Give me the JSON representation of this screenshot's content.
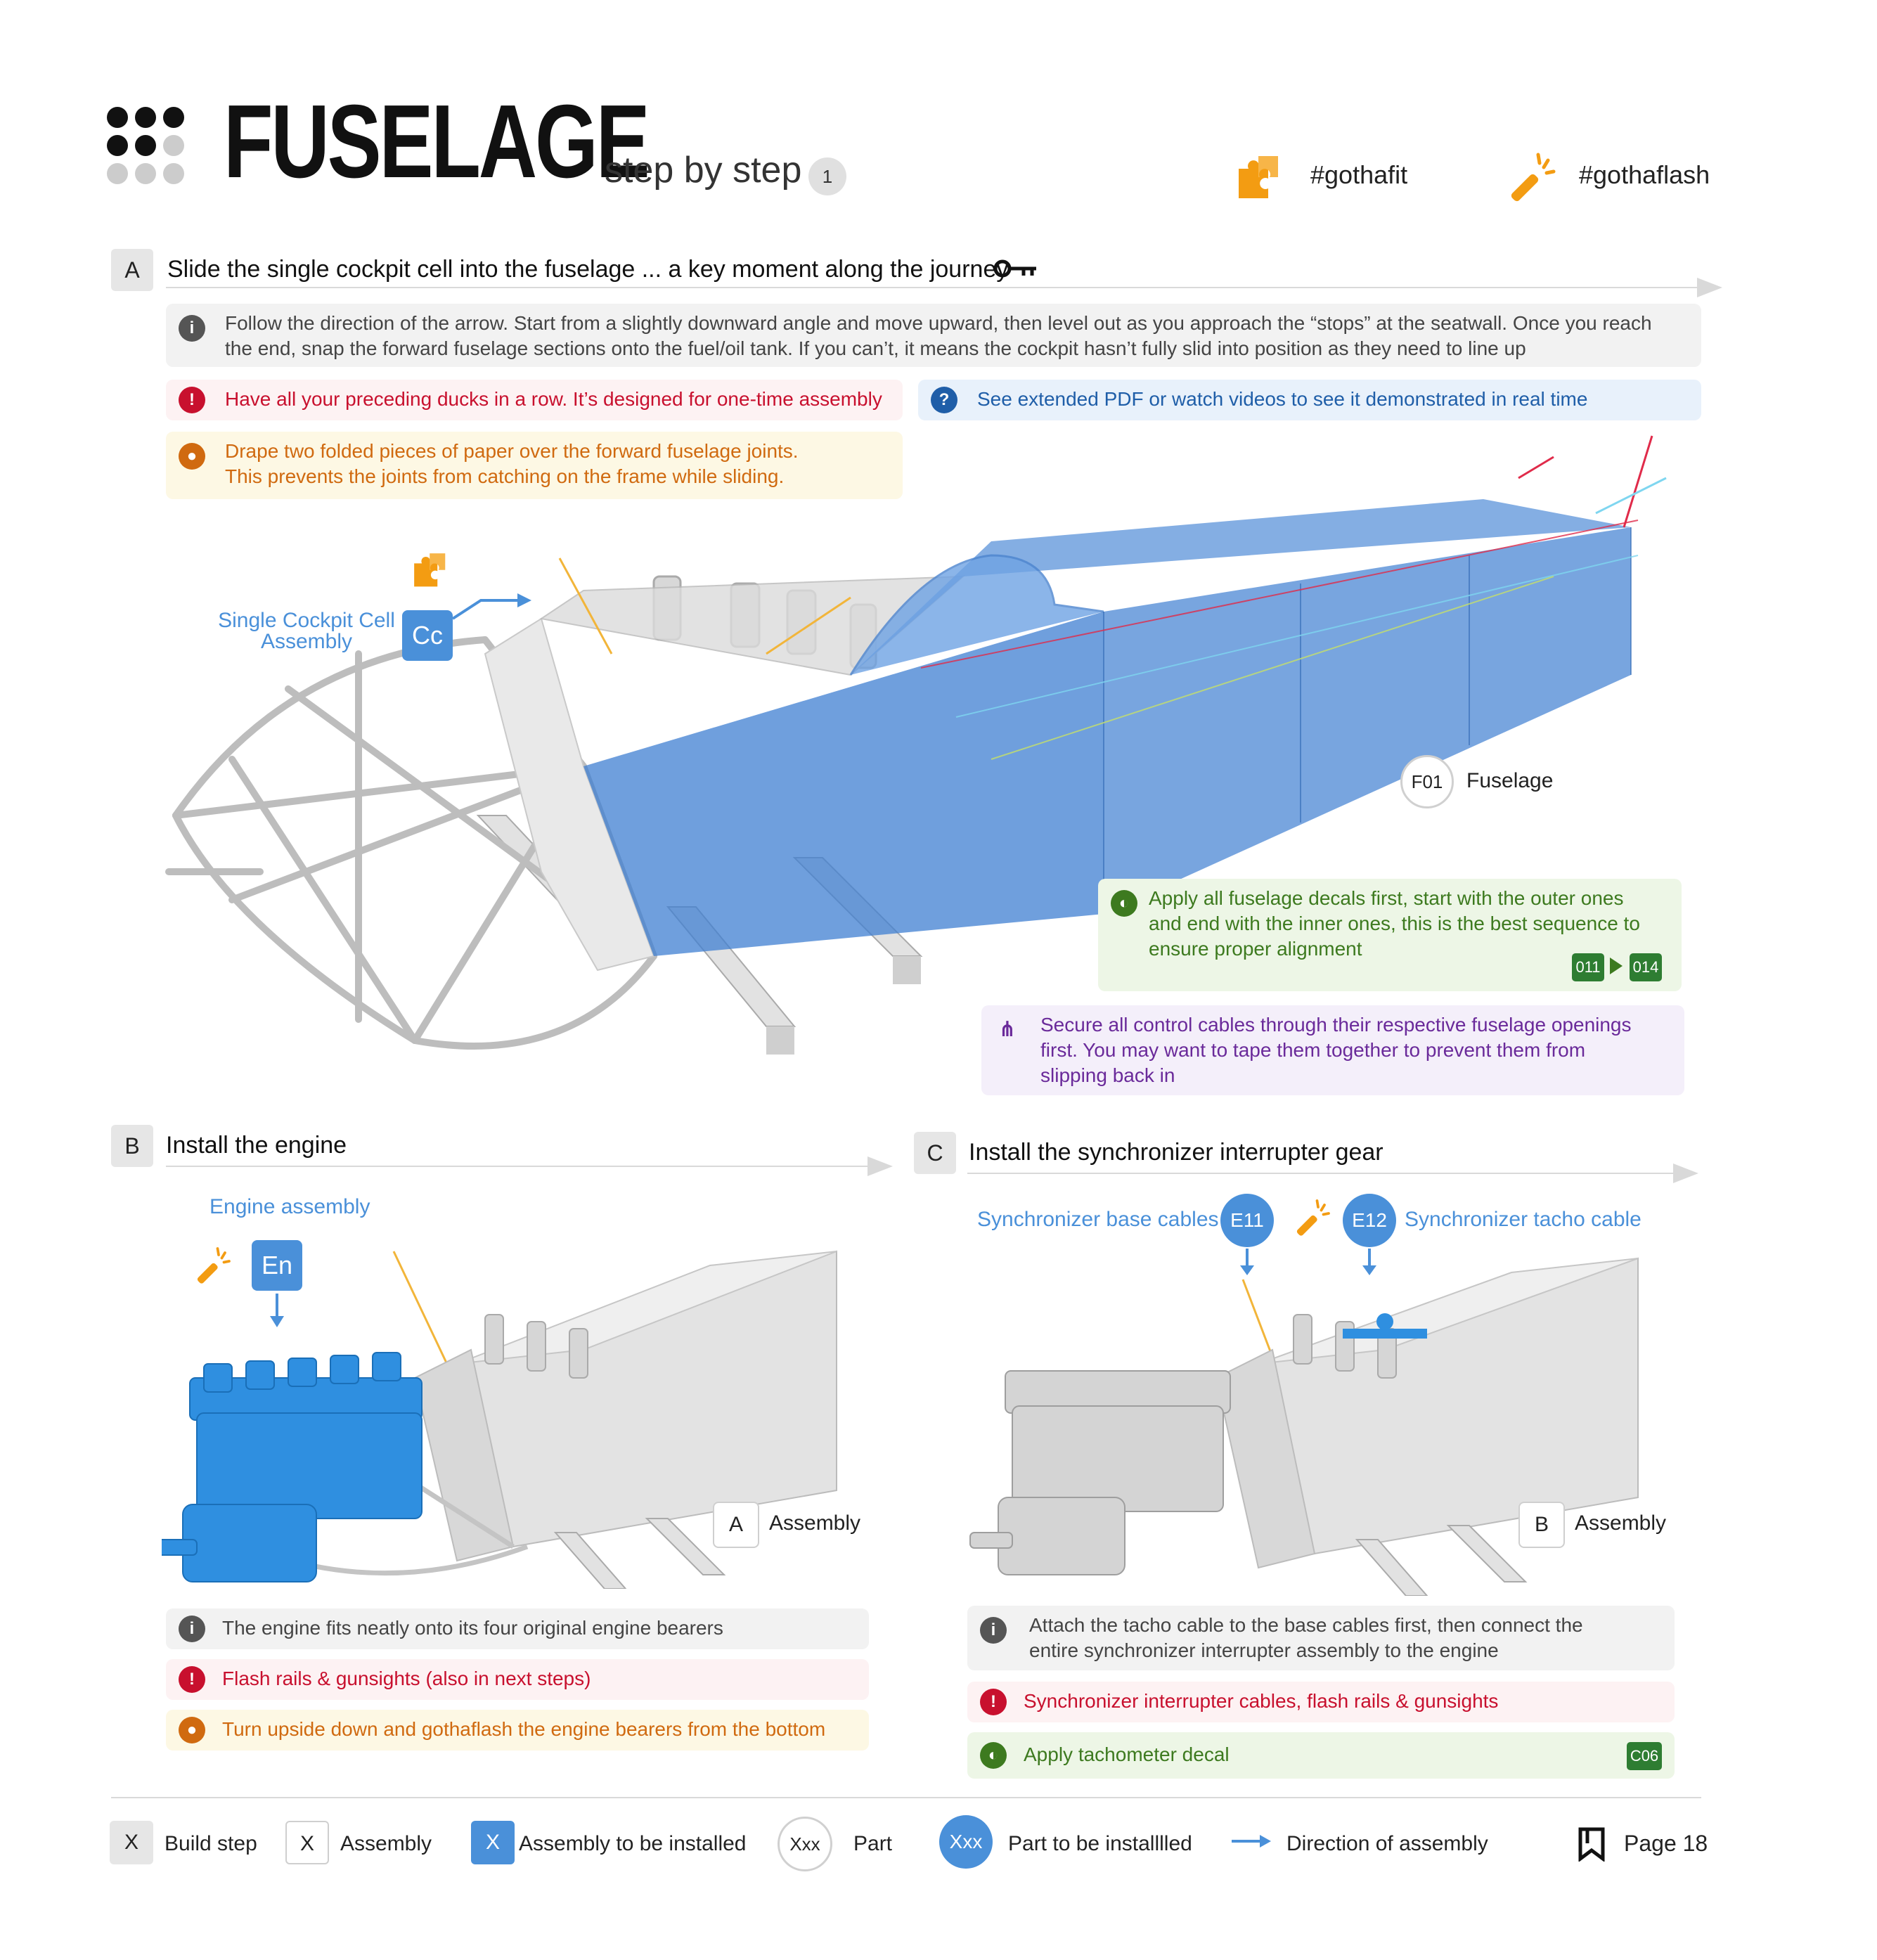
{
  "header": {
    "title": "FUSELAGE",
    "subtitle": "step by step",
    "step_number": "1",
    "tags": [
      "#gothafit",
      "#gothaflash"
    ]
  },
  "section_a": {
    "letter": "A",
    "title": "Slide the single cockpit cell into the fuselage ... a key moment along the journey",
    "info_line1": "Follow the direction of the arrow. Start from a slightly downward angle and move upward, then level out as you approach the “stops” at the seatwall. Once you reach",
    "info_line2": "the end, snap the forward fuselage sections onto the fuel/oil tank. If you can’t, it means the cockpit hasn’t fully slid into position as they need to line up",
    "warning": "Have all your preceding ducks in a row. It’s designed for one-time assembly",
    "help": "See extended PDF or watch videos to see it demonstrated in real time",
    "tip_line1": "Drape two folded pieces of paper over the forward fuselage joints.",
    "tip_line2": "This prevents the joints from catching on the frame while sliding.",
    "cockpit_label_line1": "Single Cockpit Cell",
    "cockpit_label_line2": "Assembly",
    "cockpit_badge": "Cc",
    "part_code": "F01",
    "part_label": "Fuselage",
    "decal_line1": "Apply all fuselage decals first, start with the outer ones",
    "decal_line2": "and end with the inner ones, this is the best sequence to",
    "decal_line3": "ensure proper alignment",
    "decal_from": "011",
    "decal_to": "014",
    "cable_line1": "Secure all control cables through their respective fuselage openings",
    "cable_line2": "first. You may want to tape them together to prevent them from",
    "cable_line3": "slipping back in"
  },
  "section_b": {
    "letter": "B",
    "title": "Install the engine",
    "engine_label": "Engine assembly",
    "engine_badge": "En",
    "ref_letter": "A",
    "ref_label": "Assembly",
    "info": "The engine fits neatly onto its four original engine bearers",
    "warning": "Flash rails & gunsights (also in next steps)",
    "tip": "Turn upside down and gothaflash the engine bearers from the bottom"
  },
  "section_c": {
    "letter": "C",
    "title": "Install the synchronizer interrupter gear",
    "base_label": "Synchronizer base cables",
    "base_code": "E11",
    "tacho_code": "E12",
    "tacho_label": "Synchronizer tacho cable",
    "ref_letter": "B",
    "ref_label": "Assembly",
    "info_line1": "Attach the tacho cable to the base cables first, then connect the",
    "info_line2": "entire synchronizer interrupter assembly to the engine",
    "warning": "Synchronizer interrupter cables, flash rails & gunsights",
    "decal": "Apply tachometer decal",
    "decal_code": "C06"
  },
  "legend": {
    "build_step_symbol": "X",
    "build_step": "Build step",
    "assembly_symbol": "X",
    "assembly": "Assembly",
    "assembly_install_symbol": "X",
    "assembly_install": "Assembly to be installed",
    "part_symbol": "Xxx",
    "part": "Part",
    "part_install_symbol": "Xxx",
    "part_install": "Part to be installlled",
    "direction": "Direction of assembly",
    "page": "Page 18"
  },
  "colors": {
    "assembly_blue": "#4a90d9",
    "fuselage_blue": "#3f7fd1",
    "warning_red": "#c8102e",
    "tip_orange": "#d06a10",
    "decal_green": "#3d7a1f",
    "cable_purple": "#6a2a9a",
    "gotha_orange": "#f39c12"
  }
}
